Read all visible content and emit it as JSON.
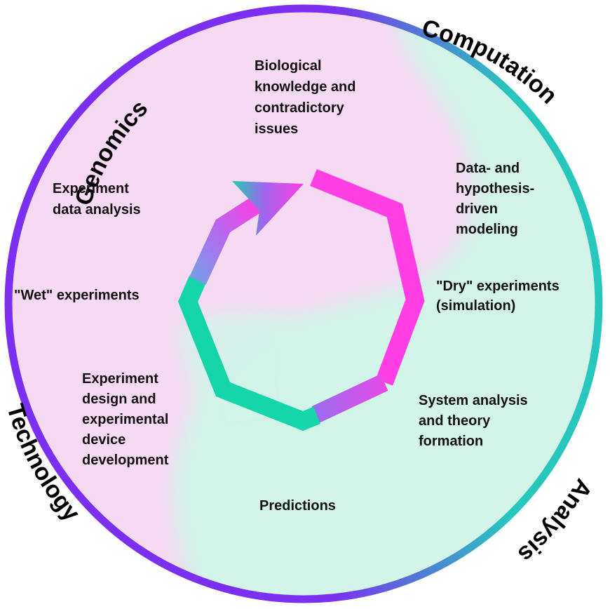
{
  "domains": {
    "genomics": "Genomics",
    "computation": "Computation",
    "analysis": "Analysis",
    "technology": "Technology"
  },
  "steps": {
    "biological_knowledge": [
      "Biological",
      "knowledge and",
      "contradictory",
      "issues"
    ],
    "modeling": [
      "Data- and",
      "hypothesis-",
      "driven",
      "modeling"
    ],
    "dry_experiments": [
      "\"Dry\" experiments",
      "(simulation)"
    ],
    "system_analysis": [
      "System analysis",
      "and theory",
      "formation"
    ],
    "predictions": [
      "Predictions"
    ],
    "experiment_design": [
      "Experiment",
      "design and",
      "experimental",
      "device",
      "development"
    ],
    "wet_experiments": [
      "\"Wet\" experiments"
    ],
    "data_analysis": [
      "Experiment",
      "data analysis"
    ]
  },
  "colors": {
    "circle_purple": "#7b2ff0",
    "circle_cyan": "#27c7bd",
    "pink_fill": "#f6d9f2",
    "mint_fill": "#d4f5ea",
    "cycle_magenta": "#ff3ee3",
    "cycle_violet": "#b568ee",
    "cycle_teal": "#14d6a8"
  }
}
